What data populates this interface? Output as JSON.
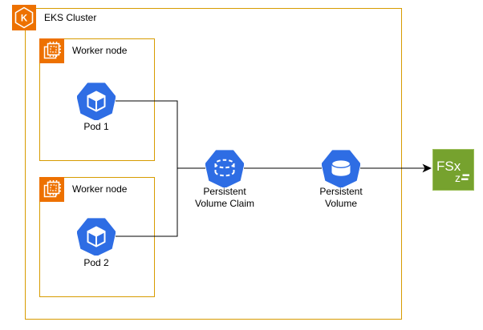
{
  "cluster": {
    "label": "EKS Cluster"
  },
  "nodes": {
    "worker1": {
      "label": "Worker node"
    },
    "worker2": {
      "label": "Worker node"
    },
    "pod1": {
      "label": "Pod 1"
    },
    "pod2": {
      "label": "Pod 2"
    },
    "pvc": {
      "line1": "Persistent",
      "line2": "Volume Claim"
    },
    "pv": {
      "line1": "Persistent",
      "line2": "Volume"
    },
    "fsx": {
      "text": "FSx",
      "sub": "z"
    }
  },
  "icons": {
    "eks": "eks-kubernetes-hexagon-icon",
    "worker": "cpu-chip-icon",
    "pod": "kubernetes-pod-cube-icon",
    "pvc": "dashed-cylinder-icon",
    "pv": "solid-cylinder-icon",
    "fsx": "fsx-openzfs-icon"
  },
  "colors": {
    "aws_orange": "#ED7100",
    "group_border_orange": "#D79B00",
    "kubernetes_blue": "#2E6DE4",
    "fsx_green": "#76A22E",
    "connector_black": "#000000",
    "text_black": "#000000",
    "background": "#FFFFFF"
  }
}
